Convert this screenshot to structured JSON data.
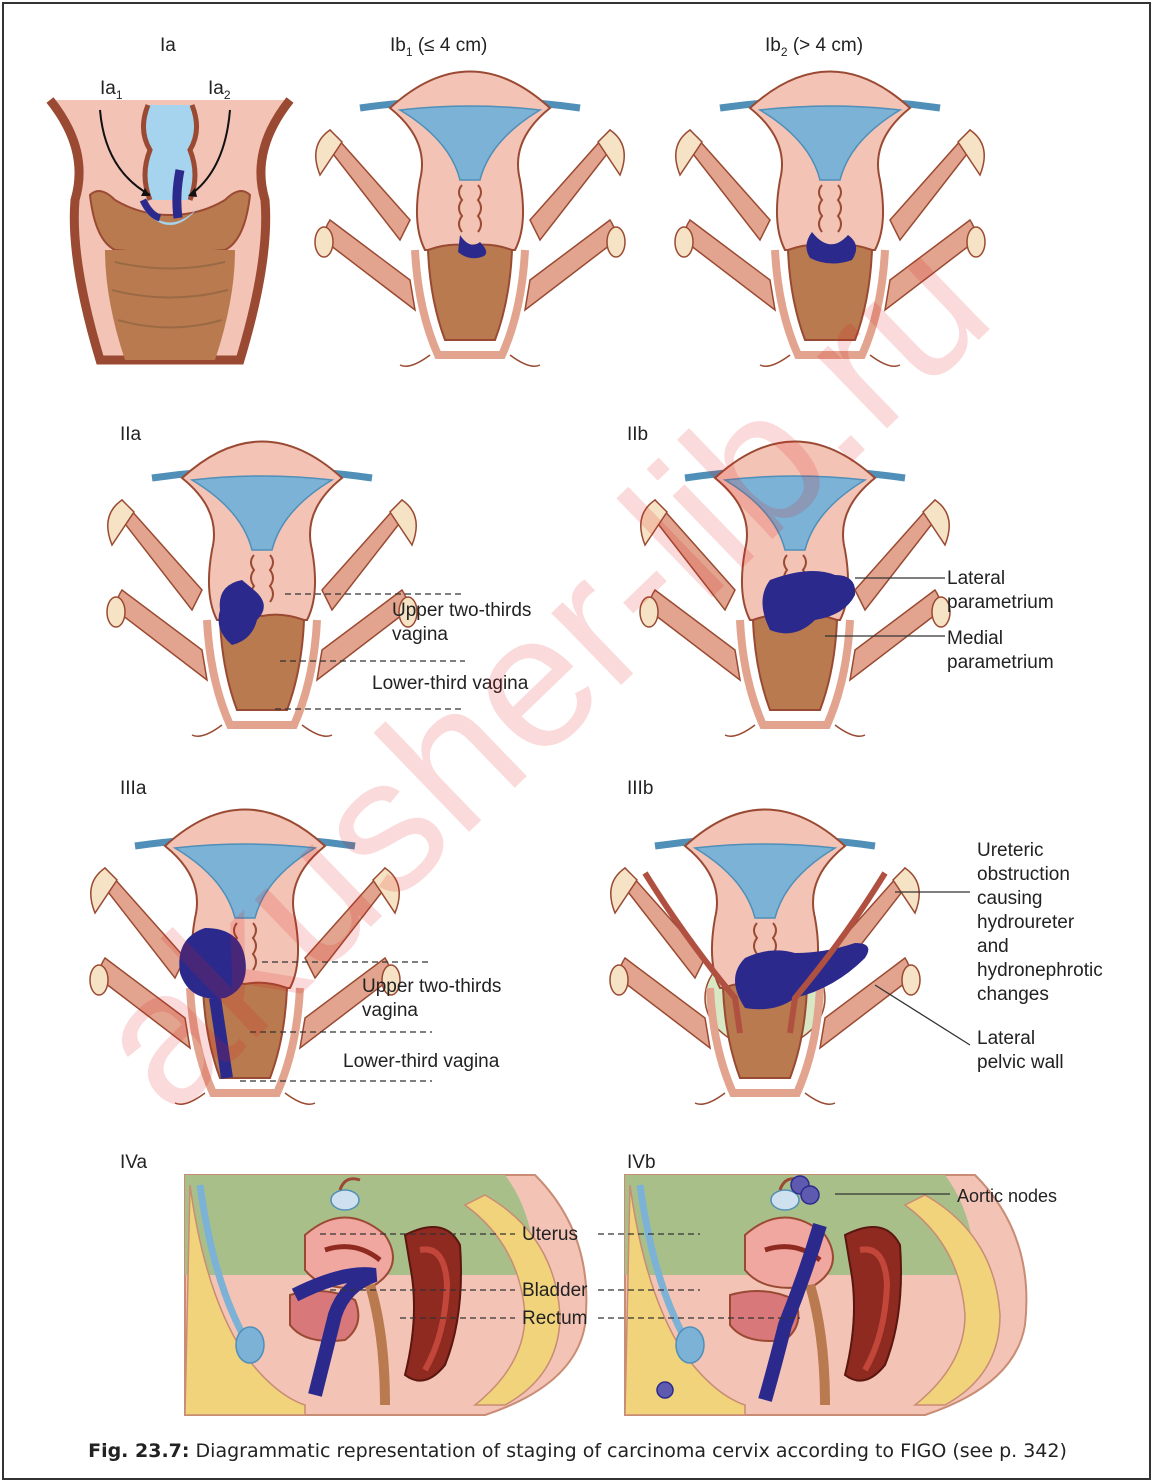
{
  "stages": {
    "ia": "Ia",
    "ia1": "Ia",
    "ia1_sub": "1",
    "ia2": "Ia",
    "ia2_sub": "2",
    "ib1": "Ib",
    "ib1_sub": "1",
    "ib1_size": " (≤ 4 cm)",
    "ib2": "Ib",
    "ib2_sub": "2",
    "ib2_size": " (> 4 cm)",
    "iia": "IIa",
    "iib": "IIb",
    "iiia": "IIIa",
    "iiib": "IIIb",
    "iva": "IVa",
    "ivb": "IVb"
  },
  "labels": {
    "upper_two_thirds_1": "Upper two-thirds",
    "vagina_1": "vagina",
    "lower_third_1": "Lower-third vagina",
    "lateral_parametrium_1": "Lateral",
    "lateral_parametrium_2": "parametrium",
    "medial_parametrium_1": "Medial",
    "medial_parametrium_2": "parametrium",
    "upper_two_thirds_2": "Upper two-thirds",
    "vagina_2": "vagina",
    "lower_third_2": "Lower-third vagina",
    "ureteric": [
      "Ureteric",
      "obstruction",
      "causing",
      "hydroureter",
      "and",
      "hydronephrotic",
      "changes"
    ],
    "lateral_pelvic_1": "Lateral",
    "lateral_pelvic_2": "pelvic wall",
    "uterus": "Uterus",
    "bladder": "Bladder",
    "rectum": "Rectum",
    "aortic_nodes": "Aortic nodes"
  },
  "caption": {
    "prefix": "Fig. 23.7:",
    "text": " Diagrammatic representation of staging of carcinoma cervix according to FIGO (see p. 342)"
  },
  "watermark": "akusher-lib.ru",
  "colors": {
    "uterus_pink": "#f3c3b6",
    "muscle": "#e2a48e",
    "cavity_blue": "#7bb2d6",
    "tumor": "#2b2a8c",
    "vagina_brown": "#b97a4f",
    "border_red": "#9a4a32",
    "fat_yellow": "#f0d37a",
    "peritoneum_green": "#a9bf8a",
    "rectum_red": "#8e2a20"
  }
}
